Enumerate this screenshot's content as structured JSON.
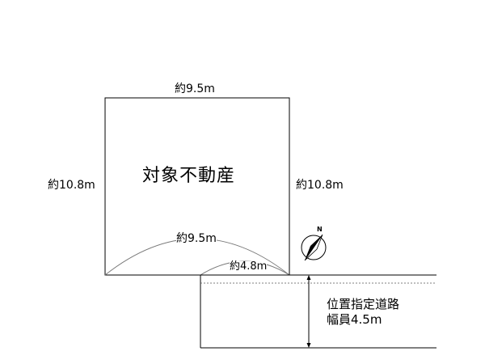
{
  "plot": {
    "name": "対象不動産",
    "top_width": "約9.5m",
    "left_depth": "約10.8m",
    "right_depth": "約10.8m",
    "frontage_arc": "約9.5m",
    "road_contact": "約4.8m"
  },
  "road": {
    "type_label": "位置指定道路",
    "width_label": "幅員4.5m"
  },
  "compass": {
    "direction_letter": "N",
    "icon": "north-arrow-icon"
  },
  "colors": {
    "line": "#000000",
    "arc": "#777777",
    "background": "#ffffff"
  }
}
